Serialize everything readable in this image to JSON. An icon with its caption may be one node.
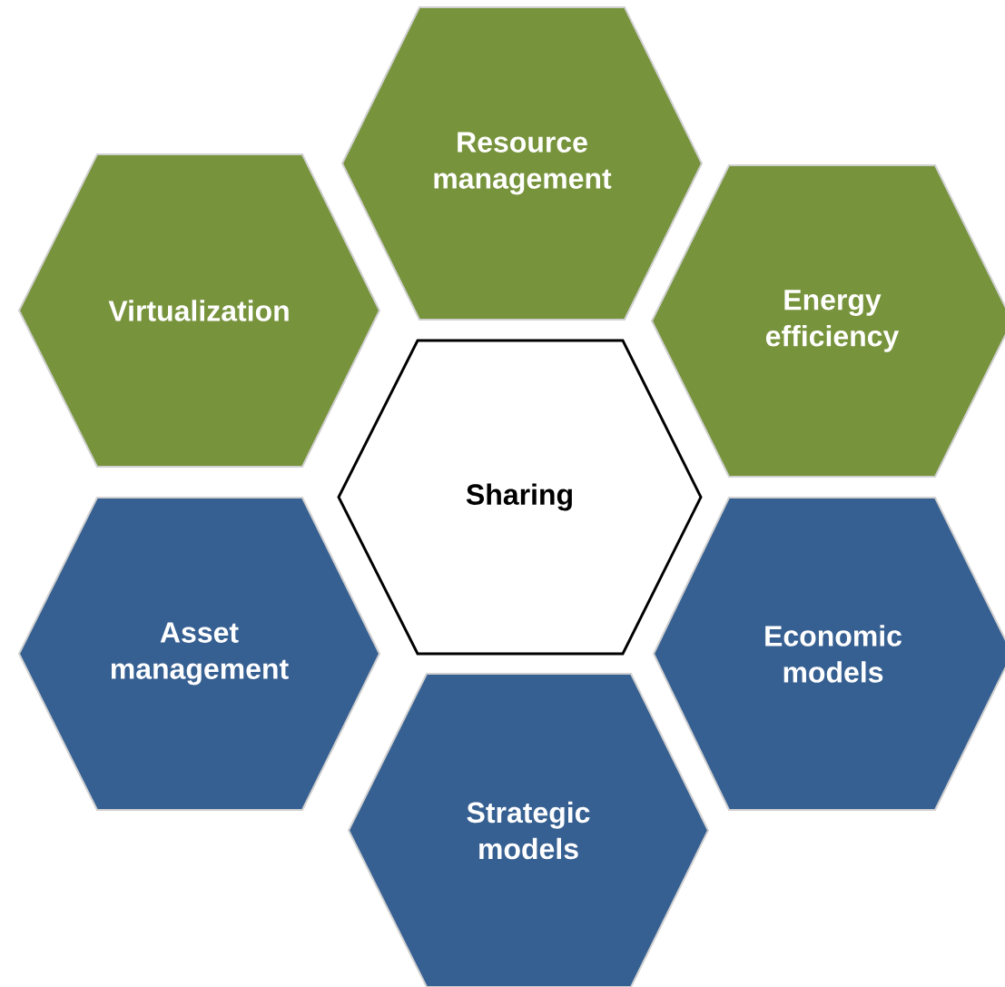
{
  "diagram": {
    "nodes": [
      {
        "text": [
          "Resource management"
        ]
      },
      {
        "text": [
          "Virtualization"
        ]
      },
      {
        "text": [
          "Energy efficiency"
        ]
      },
      {
        "text": [
          "Sharing"
        ]
      },
      {
        "text": [
          "Asset management"
        ]
      },
      {
        "text": [
          "Economic models"
        ]
      },
      {
        "text": [
          "Strategic models"
        ]
      }
    ]
  }
}
